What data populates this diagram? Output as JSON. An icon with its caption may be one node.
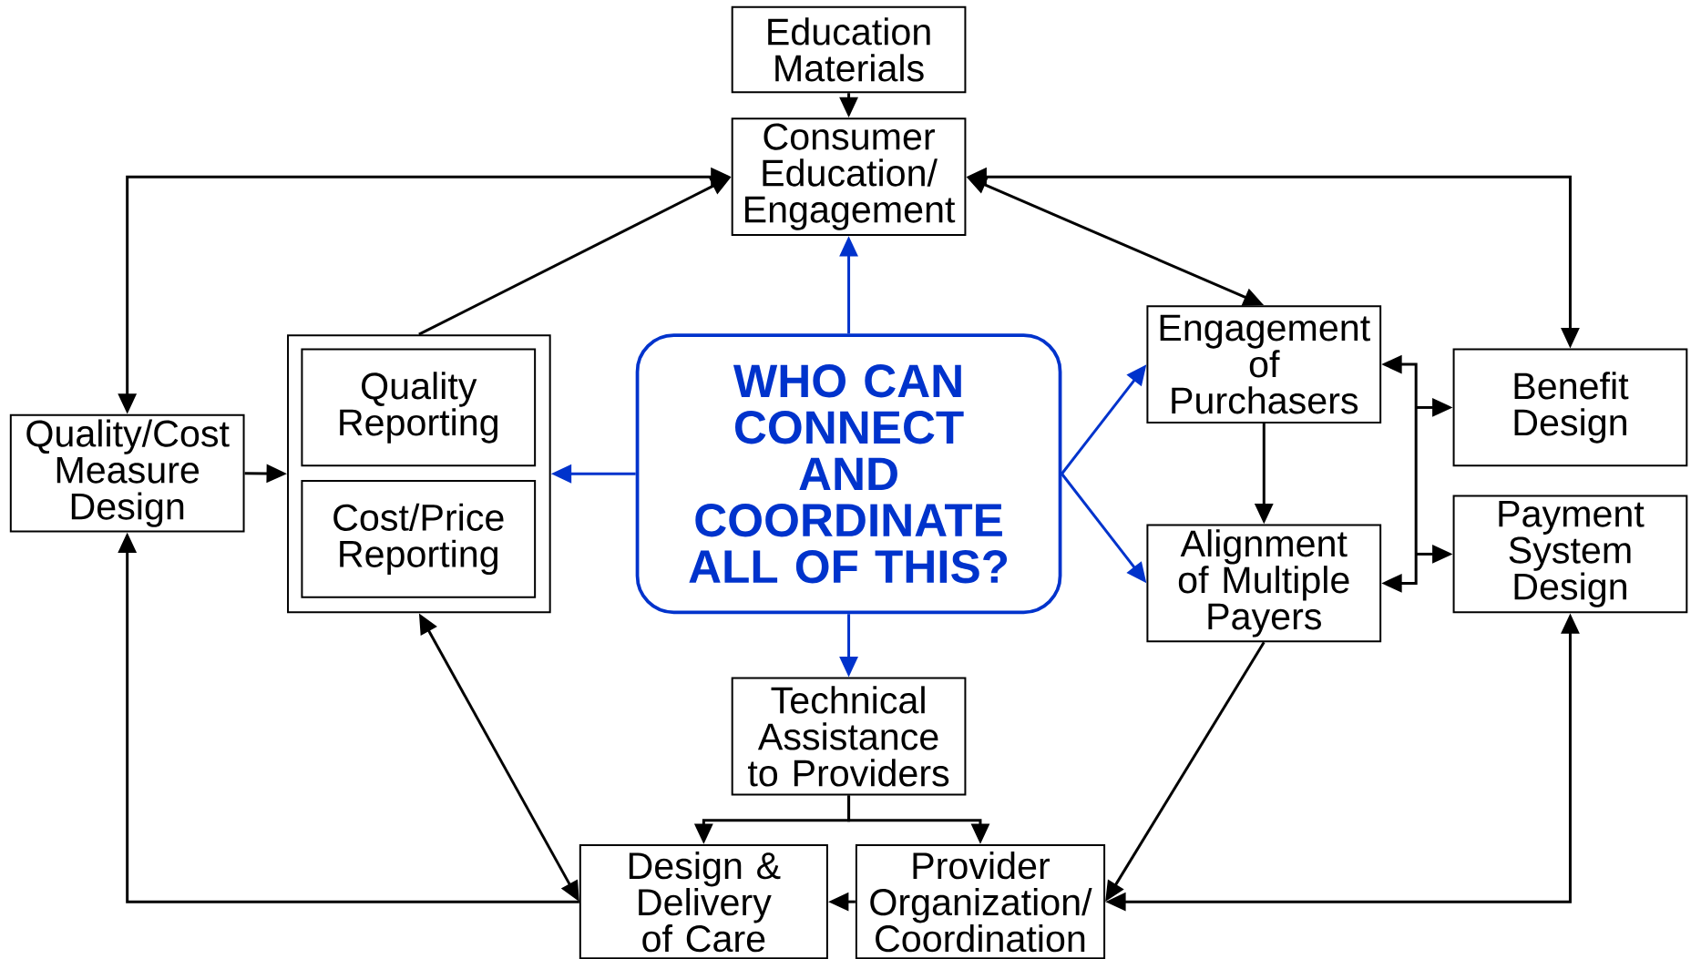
{
  "diagram": {
    "nodes": [
      {
        "text": [
          "Education Materials"
        ]
      },
      {
        "text": [
          "Consumer Education/ Engagement"
        ]
      },
      {
        "text": [
          "Quality/Cost Measure Design"
        ]
      },
      {
        "text": [],
        "shape": "box"
      },
      {
        "text": [
          "Quality Reporting"
        ],
        "in": 3
      },
      {
        "text": [
          "Cost/Price Reporting"
        ],
        "in": 3
      },
      {
        "text": [
          "WHO CAN CONNECT AND COORDINATE ALL OF THIS?"
        ]
      },
      {
        "text": [
          "Engagement of Purchasers"
        ]
      },
      {
        "text": [
          "Benefit Design"
        ]
      },
      {
        "text": [
          "Alignment of Multiple Payers"
        ]
      },
      {
        "text": [
          "Payment System Design"
        ]
      },
      {
        "text": [
          "Technical Assistance to Providers"
        ]
      },
      {
        "text": [
          "Design & Delivery of Care"
        ]
      },
      {
        "text": [
          "Provider Organization/ Coordination"
        ]
      }
    ],
    "edges": [
      {
        "from": 0,
        "to": 1,
        "arrow": "to"
      },
      {
        "from": 1,
        "to": 2,
        "arrow": "both"
      },
      {
        "from": 3,
        "to": 1,
        "arrow": "to"
      },
      {
        "from": 1,
        "to": 7,
        "arrow": "both"
      },
      {
        "from": 1,
        "to": 8,
        "arrow": "both"
      },
      {
        "from": 2,
        "to": 3,
        "arrow": "to"
      },
      {
        "from": 6,
        "to": 1,
        "arrow": "to",
        "color": "#0033cc"
      },
      {
        "from": 6,
        "to": 3,
        "arrow": "to",
        "color": "#0033cc"
      },
      {
        "from": 6,
        "to": 7,
        "arrow": "to",
        "color": "#0033cc"
      },
      {
        "from": 6,
        "to": 9,
        "arrow": "to",
        "color": "#0033cc"
      },
      {
        "from": 6,
        "to": 11,
        "arrow": "to",
        "color": "#0033cc"
      },
      {
        "from": 7,
        "to": 9,
        "arrow": "to"
      },
      {
        "from": 7,
        "to": 8,
        "arrow": "both"
      },
      {
        "from": 7,
        "to": 10,
        "arrow": "both"
      },
      {
        "from": 9,
        "to": 8,
        "arrow": "both"
      },
      {
        "from": 9,
        "to": 10,
        "arrow": "both"
      },
      {
        "from": 11,
        "to": 12,
        "arrow": "to"
      },
      {
        "from": 11,
        "to": 13,
        "arrow": "to"
      },
      {
        "from": 13,
        "to": 12,
        "arrow": "to"
      },
      {
        "from": 9,
        "to": 13,
        "arrow": "to"
      },
      {
        "from": 12,
        "to": 3,
        "arrow": "both"
      },
      {
        "from": 12,
        "to": 2,
        "arrow": "to"
      },
      {
        "from": 13,
        "to": 10,
        "arrow": "both"
      }
    ]
  }
}
